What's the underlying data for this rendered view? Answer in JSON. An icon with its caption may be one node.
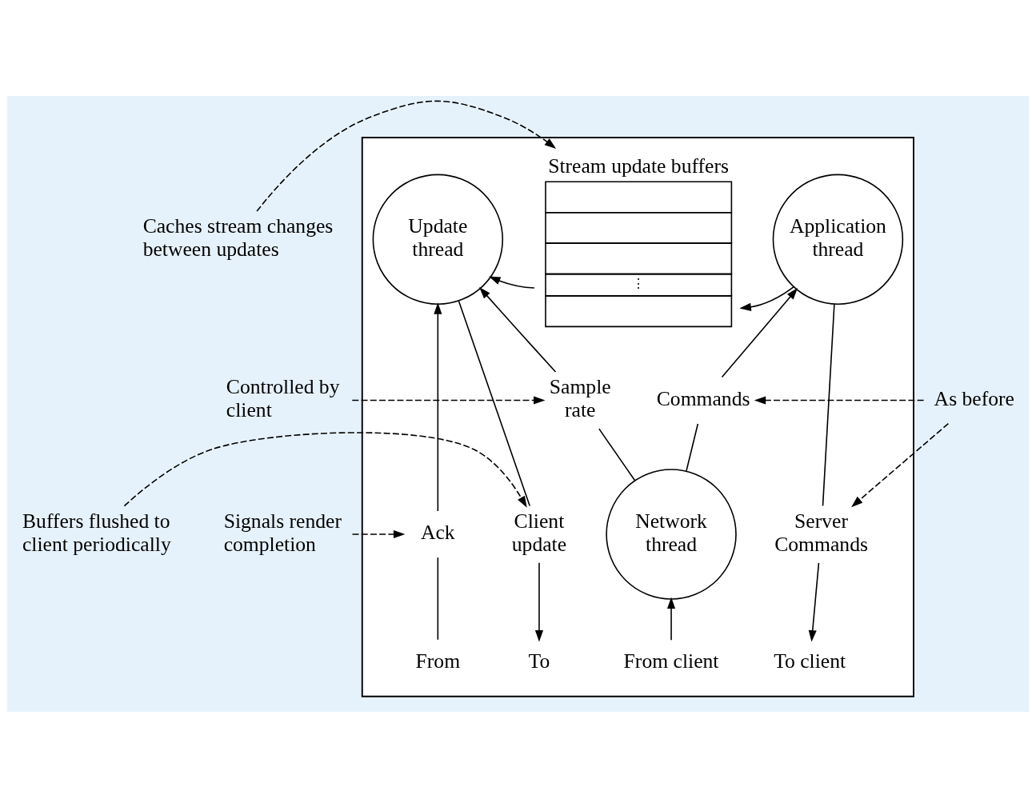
{
  "diagram": {
    "nodes": [
      {
        "text": [],
        "shape": "box"
      },
      {
        "text": [
          "Stream update buffers",
          "⋮"
        ],
        "in": 0
      },
      {
        "text": [
          "Update thread"
        ],
        "in": 0
      },
      {
        "text": [
          "Application thread"
        ],
        "in": 0
      },
      {
        "text": [
          "Commands"
        ],
        "in": 0
      },
      {
        "text": [
          "Sample rate"
        ],
        "in": 0
      },
      {
        "text": [
          "Client update"
        ],
        "in": 0
      },
      {
        "text": [
          "Server Commands"
        ],
        "in": 0
      },
      {
        "text": [
          "Ack"
        ],
        "in": 0
      },
      {
        "text": [
          "Network thread"
        ],
        "in": 0
      },
      {
        "text": [
          "From"
        ],
        "in": 0
      },
      {
        "text": [
          "To"
        ],
        "in": 0
      },
      {
        "text": [
          "From client"
        ],
        "in": 0
      },
      {
        "text": [
          "To client"
        ],
        "in": 0
      },
      {
        "text": [
          "Caches stream changes between updates"
        ]
      },
      {
        "text": [
          "Controlled by client"
        ]
      },
      {
        "text": [
          "Buffers flushed to client periodically"
        ]
      },
      {
        "text": [
          "Signals render completion"
        ]
      },
      {
        "text": [
          "As before"
        ]
      }
    ],
    "edges": [
      {
        "from": 1,
        "to": 2,
        "arrow": "to"
      },
      {
        "from": 3,
        "to": 1,
        "arrow": "to"
      },
      {
        "from": 10,
        "to": 8,
        "arrow": "none"
      },
      {
        "from": 8,
        "to": 2,
        "arrow": "to"
      },
      {
        "from": 2,
        "to": 6,
        "arrow": "none"
      },
      {
        "from": 6,
        "to": 11,
        "arrow": "to"
      },
      {
        "from": 9,
        "to": 5,
        "arrow": "none"
      },
      {
        "from": 5,
        "to": 2,
        "arrow": "to"
      },
      {
        "from": 9,
        "to": 4,
        "arrow": "none"
      },
      {
        "from": 4,
        "to": 3,
        "arrow": "to"
      },
      {
        "from": 3,
        "to": 7,
        "arrow": "none"
      },
      {
        "from": 7,
        "to": 13,
        "arrow": "to"
      },
      {
        "from": 12,
        "to": 9,
        "arrow": "to"
      },
      {
        "from": 14,
        "to": 1,
        "arrow": "to",
        "style": "dashed"
      },
      {
        "from": 15,
        "to": 5,
        "arrow": "to",
        "style": "dashed"
      },
      {
        "from": 16,
        "to": 6,
        "arrow": "to",
        "style": "dashed"
      },
      {
        "from": 17,
        "to": 8,
        "arrow": "to",
        "style": "dashed"
      },
      {
        "from": 18,
        "to": 4,
        "arrow": "to",
        "style": "dashed"
      },
      {
        "from": 18,
        "to": 7,
        "arrow": "to",
        "style": "dashed"
      }
    ]
  }
}
